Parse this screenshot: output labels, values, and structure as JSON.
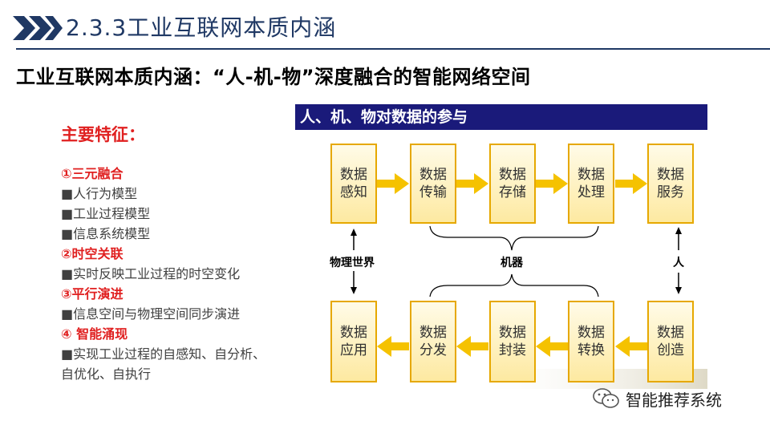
{
  "header": {
    "title": "2.3.3工业互联网本质内涵"
  },
  "subtitle": "工业互联网本质内涵：“人-机-物”深度融合的智能网络空间",
  "features": {
    "heading": "主要特征：",
    "sections": [
      {
        "title": "①三元融合",
        "items": [
          "■人行为模型",
          "■工业过程模型",
          "■信息系统模型"
        ]
      },
      {
        "title": "②时空关联",
        "items": [
          "■实时反映工业过程的时空变化"
        ]
      },
      {
        "title": "③平行演进",
        "items": [
          "■信息空间与物理空间同步演进"
        ]
      },
      {
        "title": "④ 智能涌现",
        "items": [
          "■实现工业过程的自感知、自分析、自优化、自执行"
        ]
      }
    ]
  },
  "diagram": {
    "title": "人、机、物对数据的参与",
    "top_row": [
      {
        "line1": "数据",
        "line2": "感知"
      },
      {
        "line1": "数据",
        "line2": "传输"
      },
      {
        "line1": "数据",
        "line2": "存储"
      },
      {
        "line1": "数据",
        "line2": "处理"
      },
      {
        "line1": "数据",
        "line2": "服务"
      }
    ],
    "bottom_row": [
      {
        "line1": "数据",
        "line2": "应用"
      },
      {
        "line1": "数据",
        "line2": "分发"
      },
      {
        "line1": "数据",
        "line2": "封装"
      },
      {
        "line1": "数据",
        "line2": "转换"
      },
      {
        "line1": "数据",
        "line2": "创造"
      }
    ],
    "labels": {
      "physical_world": "物理世界",
      "machine": "机器",
      "human": "人"
    },
    "colors": {
      "box_fill": "#fff3c4",
      "box_border": "#e6a800",
      "arrow": "#f5c200",
      "header_bg": "#1a1a7a"
    }
  },
  "watermark": {
    "icon": "wechat-icon",
    "text": "智能推荐系统"
  }
}
